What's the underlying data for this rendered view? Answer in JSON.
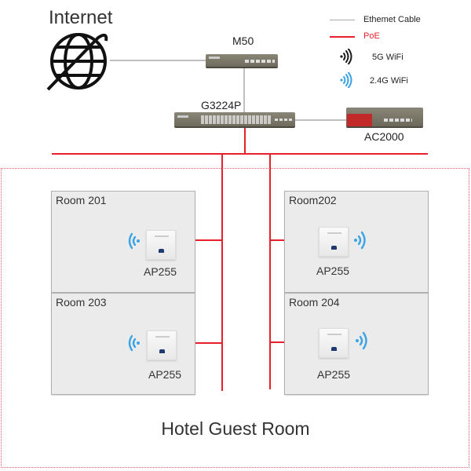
{
  "internet": {
    "label": "Internet",
    "icon": "globe-icon"
  },
  "devices": {
    "router": {
      "label": "M50"
    },
    "switch": {
      "label": "G3224P"
    },
    "controller": {
      "label": "AC2000"
    }
  },
  "legend": {
    "ethernet": {
      "label": "Ethemet Cable",
      "color": "#aaaaaa"
    },
    "poe": {
      "label": "PoE",
      "color": "#e8202a"
    },
    "wifi_5g": {
      "label": "5G WiFi",
      "color": "#1a1a1a",
      "icon": "wifi-signal-icon"
    },
    "wifi_24g": {
      "label": "2.4G WiFi",
      "color": "#3aa3e3",
      "icon": "wifi-signal-icon"
    }
  },
  "rooms": [
    {
      "label": "Room 201",
      "ap_label": "AP255"
    },
    {
      "label": "Room202",
      "ap_label": "AP255"
    },
    {
      "label": "Room 203",
      "ap_label": "AP255"
    },
    {
      "label": "Room 204",
      "ap_label": "AP255"
    }
  ],
  "area": {
    "label": "Hotel Guest Room"
  }
}
